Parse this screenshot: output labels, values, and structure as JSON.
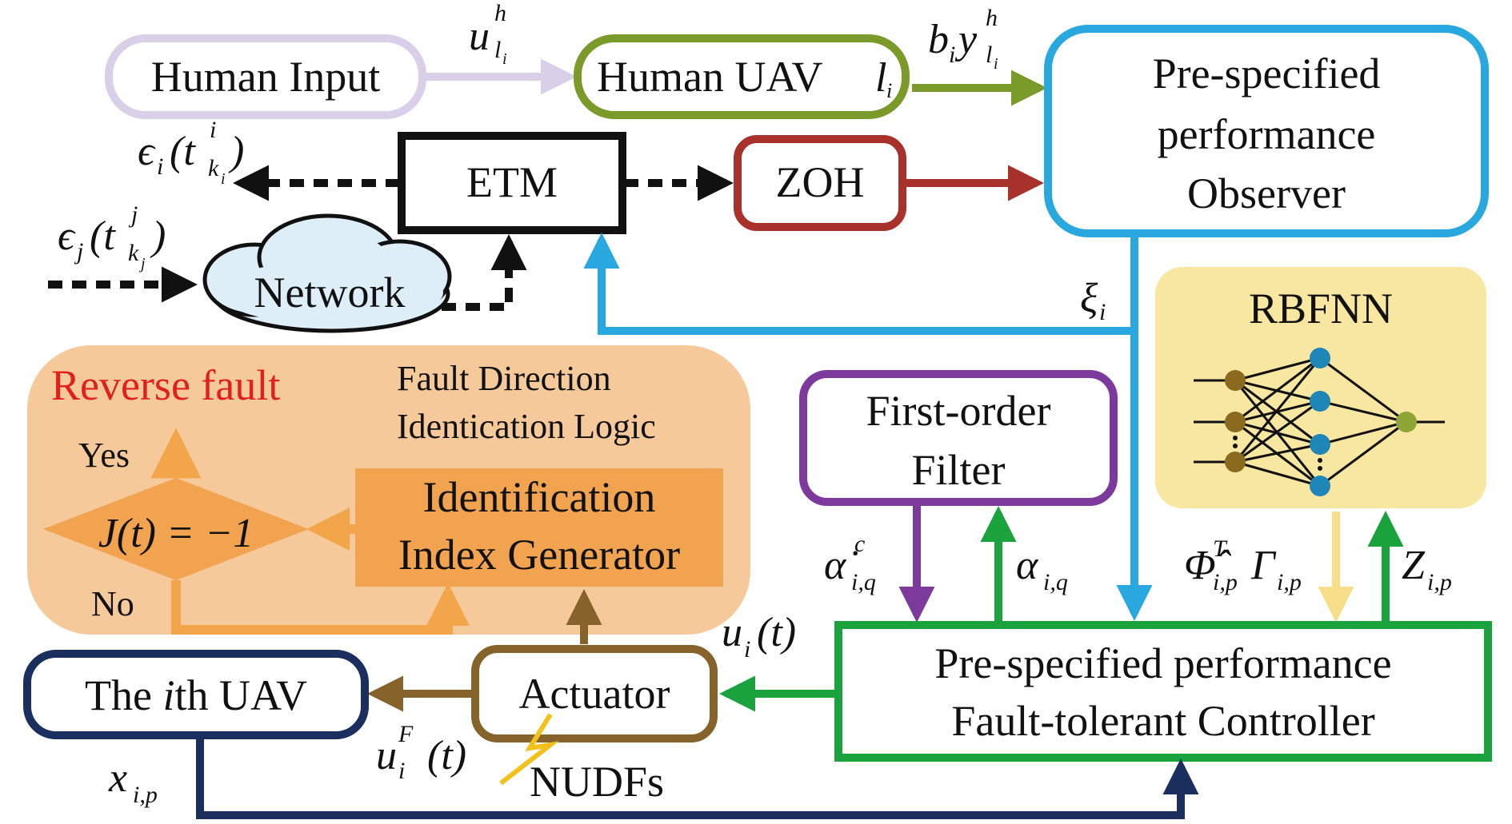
{
  "blocks": {
    "human_input": "Human Input",
    "human_uav": "Human UAV",
    "human_uav_sub": "l",
    "human_uav_subsub": "i",
    "observer_line1": "Pre-specified",
    "observer_line2": "performance",
    "observer_line3": "Observer",
    "etm": "ETM",
    "zoh": "ZOH",
    "network": "Network",
    "rbfnn": "RBFNN",
    "filter_line1": "First-order",
    "filter_line2": "Filter",
    "controller_line1": "Pre-specified performance",
    "controller_line2": "Fault-tolerant Controller",
    "actuator": "Actuator",
    "uav_prefix": "The ",
    "uav_italic": "i",
    "uav_suffix": "th UAV",
    "fault_title_line1": "Fault Direction",
    "fault_title_line2": "Identication Logic",
    "reverse_fault": "Reverse fault",
    "yes": "Yes",
    "no": "No",
    "generator_line1": "Identification",
    "generator_line2": "Index Generator",
    "condition": "J(t) = −1",
    "nudfs": "NUDFs"
  },
  "signals": {
    "u_h_base": "u",
    "u_h_sup": "h",
    "u_h_sub": "l",
    "u_h_subsub": "i",
    "by_b": "b",
    "by_b_sub": "i",
    "by_y": "y",
    "by_sup": "h",
    "by_sub": "l",
    "by_subsub": "i",
    "eps_i": "ϵ",
    "eps_i_sub": "i",
    "eps_i_arg": "(t",
    "eps_i_arg_sup": "i",
    "eps_i_arg_sub": "k",
    "eps_i_arg_subsub": "i",
    "eps_i_close": ")",
    "eps_j": "ϵ",
    "eps_j_sub": "j",
    "eps_j_arg": "(t",
    "eps_j_arg_sup": "j",
    "eps_j_arg_sub": "k",
    "eps_j_arg_subsub": "j",
    "eps_j_close": ")",
    "xi": "ξ",
    "xi_sub": "i",
    "alpha_dot": "α̇",
    "alpha_dot_sup": "c",
    "alpha_dot_sub": "i,q",
    "alpha": "α",
    "alpha_sub": "i,q",
    "phi": "Φ̂",
    "phi_sup": "T",
    "phi_sub": "i,p",
    "gamma": "Γ",
    "gamma_sub": "i,p",
    "z": "Z",
    "z_sub": "i,p",
    "u_t": "u",
    "u_t_sub": "i",
    "u_t_arg": "(t)",
    "uF": "u",
    "uF_sup": "F",
    "uF_sub": "i",
    "uF_arg": "(t)",
    "x": "x",
    "x_sub": "i,p"
  },
  "colors": {
    "human_input": "#d9cfe8",
    "human_uav": "#7a9a2a",
    "observer": "#29a8e0",
    "etm": "#111111",
    "zoh": "#a8322b",
    "network_fill": "#ddeef8",
    "rbfnn_fill": "#f8e7a0",
    "filter": "#7b3a9c",
    "controller": "#1aa23c",
    "actuator": "#85632a",
    "uav": "#1a2f5e",
    "fault_region": "#f6c99a",
    "generator_fill": "#f2a350",
    "orange_arrow": "#f3a54a",
    "reverse_fault_text": "#e0201a",
    "lightning": "#f2c21b"
  }
}
